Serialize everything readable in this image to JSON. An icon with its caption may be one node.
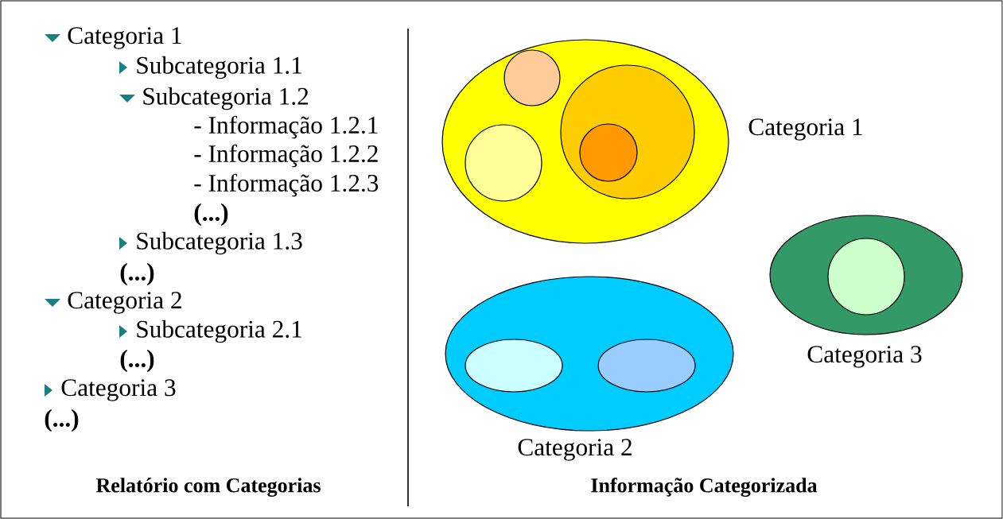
{
  "diagram": {
    "nodes": [
      {
        "text": [],
        "shape": "ellipse",
        "beside": [
          "Categoria 1"
        ]
      },
      {
        "text": [],
        "shape": "circle",
        "in": 0
      },
      {
        "text": [],
        "shape": "circle",
        "in": 0
      },
      {
        "text": [],
        "shape": "circle",
        "in": 0
      },
      {
        "text": [],
        "shape": "circle",
        "in": 3
      },
      {
        "text": [],
        "shape": "ellipse",
        "beside": [
          "Categoria 3"
        ]
      },
      {
        "text": [],
        "shape": "circle",
        "in": 5
      },
      {
        "text": [],
        "shape": "ellipse",
        "beside": [
          "Categoria 2"
        ]
      },
      {
        "text": [],
        "shape": "ellipse",
        "in": 7
      },
      {
        "text": [],
        "shape": "ellipse",
        "in": 7
      }
    ],
    "labels": [
      "Categoria 1",
      "Subcategoria 1.1",
      "Subcategoria 1.2",
      "- Informação 1.2.1",
      "- Informação 1.2.2",
      "- Informação 1.2.3",
      "(...)",
      "Subcategoria 1.3",
      "(...)",
      "Categoria 2",
      "Subcategoria 2.1",
      "(...)",
      "Categoria 3",
      "(...)",
      "Relatório com Categorias",
      "Informação Categorizada"
    ]
  }
}
